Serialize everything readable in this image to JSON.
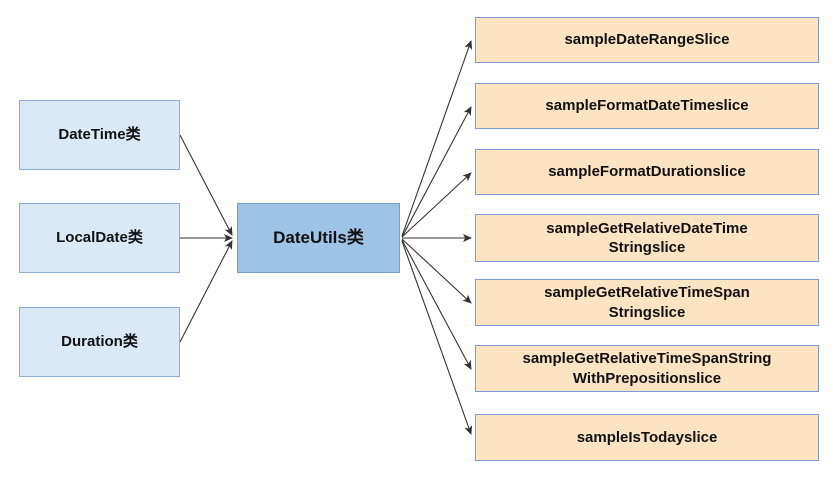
{
  "diagram": {
    "colors": {
      "canvas_bg": "#ffffff",
      "left_box_fill": "#dbe9f7",
      "left_box_border": "#8faadc",
      "center_box_fill": "#9dc3e6",
      "center_box_border": "#7a9bc8",
      "right_box_fill": "#fce4c2",
      "right_box_border": "#7d9bd1",
      "arrow_color": "#333333"
    },
    "nodes": {
      "left": [
        {
          "label": "DateTime类"
        },
        {
          "label": "LocalDate类"
        },
        {
          "label": "Duration类"
        }
      ],
      "center": {
        "label": "DateUtils类"
      },
      "right": [
        {
          "lines": [
            "sampleDateRangeSlice"
          ]
        },
        {
          "lines": [
            "sampleFormatDateTimeslice"
          ]
        },
        {
          "lines": [
            "sampleFormatDurationslice"
          ]
        },
        {
          "lines": [
            "sampleGetRelativeDateTime",
            "Stringslice"
          ]
        },
        {
          "lines": [
            "sampleGetRelativeTimeSpan",
            "Stringslice"
          ]
        },
        {
          "lines": [
            "sampleGetRelativeTimeSpanString",
            "WithPrepositionslice"
          ]
        },
        {
          "lines": [
            "sampleIsTodayslice"
          ]
        }
      ]
    },
    "edges": [
      {
        "from": "DateTime类",
        "to": "DateUtils类"
      },
      {
        "from": "LocalDate类",
        "to": "DateUtils类"
      },
      {
        "from": "Duration类",
        "to": "DateUtils类"
      },
      {
        "from": "DateUtils类",
        "to": "sampleDateRangeSlice"
      },
      {
        "from": "DateUtils类",
        "to": "sampleFormatDateTimeslice"
      },
      {
        "from": "DateUtils类",
        "to": "sampleFormatDurationslice"
      },
      {
        "from": "DateUtils类",
        "to": "sampleGetRelativeDateTimeStringslice"
      },
      {
        "from": "DateUtils类",
        "to": "sampleGetRelativeTimeSpanStringslice"
      },
      {
        "from": "DateUtils类",
        "to": "sampleGetRelativeTimeSpanStringWithPrepositionslice"
      },
      {
        "from": "DateUtils类",
        "to": "sampleIsTodayslice"
      }
    ]
  }
}
